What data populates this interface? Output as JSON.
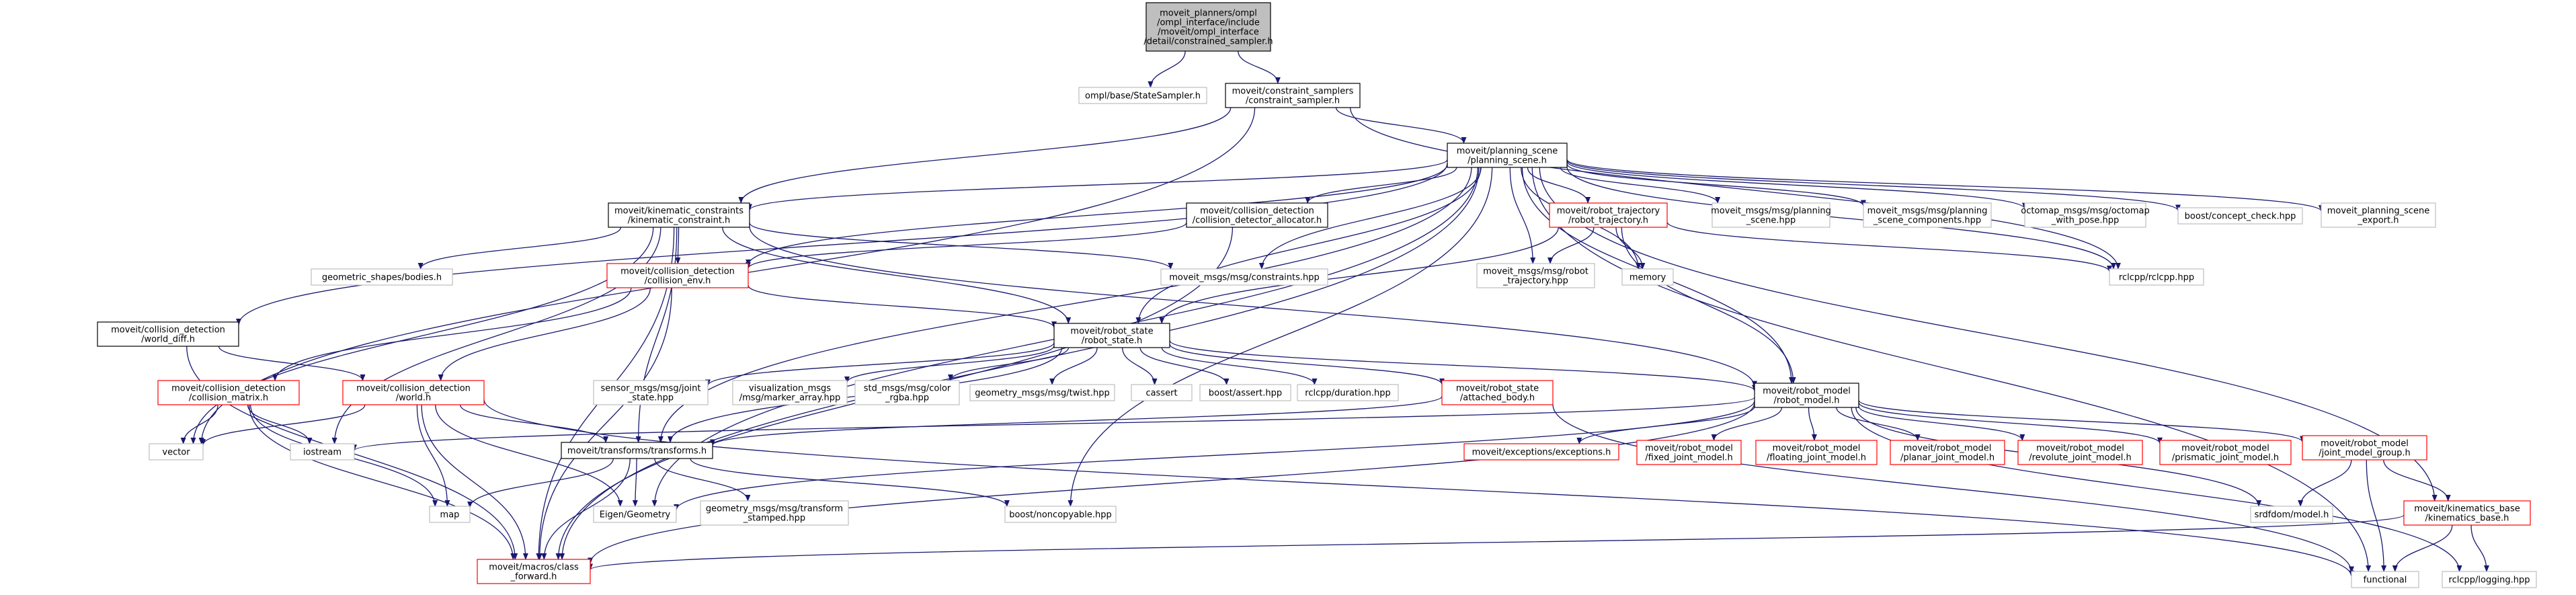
{
  "colors": {
    "edge": "#191970",
    "root_fill": "#bfbfbf",
    "gray_border": "#bfbfbf",
    "red_border": "#ff0000",
    "black_border": "#000000"
  },
  "nodes": [
    {
      "id": "root",
      "lines": [
        "moveit_planners/ompl",
        "/ompl_interface/include",
        "/moveit/ompl_interface",
        "/detail/constrained_sampler.h"
      ],
      "style": "root"
    },
    {
      "id": "state_sampler",
      "lines": [
        "ompl/base/StateSampler.h"
      ],
      "style": "gray"
    },
    {
      "id": "constraint_sampler",
      "lines": [
        "moveit/constraint_samplers",
        "/constraint_sampler.h"
      ],
      "style": "black"
    },
    {
      "id": "planning_scene",
      "lines": [
        "moveit/planning_scene",
        "/planning_scene.h"
      ],
      "style": "black"
    },
    {
      "id": "kinematic_constraint",
      "lines": [
        "moveit/kinematic_constraints",
        "/kinematic_constraint.h"
      ],
      "style": "black"
    },
    {
      "id": "collision_detector_allocator",
      "lines": [
        "moveit/collision_detection",
        "/collision_detector_allocator.h"
      ],
      "style": "black"
    },
    {
      "id": "robot_trajectory",
      "lines": [
        "moveit/robot_trajectory",
        "/robot_trajectory.h"
      ],
      "style": "red"
    },
    {
      "id": "planning_scene_msg",
      "lines": [
        "moveit_msgs/msg/planning",
        "_scene.hpp"
      ],
      "style": "gray"
    },
    {
      "id": "planning_scene_components",
      "lines": [
        "moveit_msgs/msg/planning",
        "_scene_components.hpp"
      ],
      "style": "gray"
    },
    {
      "id": "octomap_with_pose",
      "lines": [
        "octomap_msgs/msg/octomap",
        "_with_pose.hpp"
      ],
      "style": "gray"
    },
    {
      "id": "concept_check",
      "lines": [
        "boost/concept_check.hpp"
      ],
      "style": "gray"
    },
    {
      "id": "planning_scene_export",
      "lines": [
        "moveit_planning_scene",
        "_export.h"
      ],
      "style": "gray"
    },
    {
      "id": "world_diff",
      "lines": [
        "moveit/collision_detection",
        "/world_diff.h"
      ],
      "style": "black"
    },
    {
      "id": "geometric_shapes_bodies",
      "lines": [
        "geometric_shapes/bodies.h"
      ],
      "style": "gray"
    },
    {
      "id": "collision_env",
      "lines": [
        "moveit/collision_detection",
        "/collision_env.h"
      ],
      "style": "red"
    },
    {
      "id": "constraints_msg",
      "lines": [
        "moveit_msgs/msg/constraints.hpp"
      ],
      "style": "gray"
    },
    {
      "id": "robot_trajectory_msg",
      "lines": [
        "moveit_msgs/msg/robot",
        "_trajectory.hpp"
      ],
      "style": "gray"
    },
    {
      "id": "memory",
      "lines": [
        "memory"
      ],
      "style": "gray"
    },
    {
      "id": "rclcpp",
      "lines": [
        "rclcpp/rclcpp.hpp"
      ],
      "style": "gray"
    },
    {
      "id": "robot_state",
      "lines": [
        "moveit/robot_state",
        "/robot_state.h"
      ],
      "style": "black"
    },
    {
      "id": "collision_matrix",
      "lines": [
        "moveit/collision_detection",
        "/collision_matrix.h"
      ],
      "style": "red"
    },
    {
      "id": "world",
      "lines": [
        "moveit/collision_detection",
        "/world.h"
      ],
      "style": "red"
    },
    {
      "id": "joint_state",
      "lines": [
        "sensor_msgs/msg/joint",
        "_state.hpp"
      ],
      "style": "gray"
    },
    {
      "id": "marker_array",
      "lines": [
        "visualization_msgs",
        "/msg/marker_array.hpp"
      ],
      "style": "gray"
    },
    {
      "id": "color_rgba",
      "lines": [
        "std_msgs/msg/color",
        "_rgba.hpp"
      ],
      "style": "gray"
    },
    {
      "id": "twist",
      "lines": [
        "geometry_msgs/msg/twist.hpp"
      ],
      "style": "gray"
    },
    {
      "id": "cassert",
      "lines": [
        "cassert"
      ],
      "style": "gray"
    },
    {
      "id": "boost_assert",
      "lines": [
        "boost/assert.hpp"
      ],
      "style": "gray"
    },
    {
      "id": "duration",
      "lines": [
        "rclcpp/duration.hpp"
      ],
      "style": "gray"
    },
    {
      "id": "attached_body",
      "lines": [
        "moveit/robot_state",
        "/attached_body.h"
      ],
      "style": "red"
    },
    {
      "id": "robot_model",
      "lines": [
        "moveit/robot_model",
        "/robot_model.h"
      ],
      "style": "black"
    },
    {
      "id": "vector",
      "lines": [
        "vector"
      ],
      "style": "gray"
    },
    {
      "id": "iostream",
      "lines": [
        "iostream"
      ],
      "style": "gray"
    },
    {
      "id": "transforms",
      "lines": [
        "moveit/transforms/transforms.h"
      ],
      "style": "black"
    },
    {
      "id": "exceptions",
      "lines": [
        "moveit/exceptions/exceptions.h"
      ],
      "style": "red"
    },
    {
      "id": "fixed_joint_model",
      "lines": [
        "moveit/robot_model",
        "/fixed_joint_model.h"
      ],
      "style": "red"
    },
    {
      "id": "floating_joint_model",
      "lines": [
        "moveit/robot_model",
        "/floating_joint_model.h"
      ],
      "style": "red"
    },
    {
      "id": "planar_joint_model",
      "lines": [
        "moveit/robot_model",
        "/planar_joint_model.h"
      ],
      "style": "red"
    },
    {
      "id": "revolute_joint_model",
      "lines": [
        "moveit/robot_model",
        "/revolute_joint_model.h"
      ],
      "style": "red"
    },
    {
      "id": "prismatic_joint_model",
      "lines": [
        "moveit/robot_model",
        "/prismatic_joint_model.h"
      ],
      "style": "red"
    },
    {
      "id": "joint_model_group",
      "lines": [
        "moveit/robot_model",
        "/joint_model_group.h"
      ],
      "style": "red"
    },
    {
      "id": "map",
      "lines": [
        "map"
      ],
      "style": "gray"
    },
    {
      "id": "eigen_geometry",
      "lines": [
        "Eigen/Geometry"
      ],
      "style": "gray"
    },
    {
      "id": "transform_stamped",
      "lines": [
        "geometry_msgs/msg/transform",
        "_stamped.hpp"
      ],
      "style": "gray"
    },
    {
      "id": "noncopyable",
      "lines": [
        "boost/noncopyable.hpp"
      ],
      "style": "gray"
    },
    {
      "id": "srdfdom_model",
      "lines": [
        "srdfdom/model.h"
      ],
      "style": "gray"
    },
    {
      "id": "kinematics_base",
      "lines": [
        "moveit/kinematics_base",
        "/kinematics_base.h"
      ],
      "style": "red"
    },
    {
      "id": "class_forward",
      "lines": [
        "moveit/macros/class",
        "_forward.h"
      ],
      "style": "red"
    },
    {
      "id": "functional",
      "lines": [
        "functional"
      ],
      "style": "gray"
    },
    {
      "id": "logging",
      "lines": [
        "rclcpp/logging.hpp"
      ],
      "style": "gray"
    }
  ],
  "edges": [
    [
      "root",
      "state_sampler"
    ],
    [
      "root",
      "constraint_sampler"
    ],
    [
      "constraint_sampler",
      "planning_scene"
    ],
    [
      "constraint_sampler",
      "kinematic_constraint"
    ],
    [
      "constraint_sampler",
      "vector"
    ],
    [
      "constraint_sampler",
      "rclcpp"
    ],
    [
      "planning_scene",
      "kinematic_constraint"
    ],
    [
      "planning_scene",
      "collision_detector_allocator"
    ],
    [
      "planning_scene",
      "robot_trajectory"
    ],
    [
      "planning_scene",
      "planning_scene_msg"
    ],
    [
      "planning_scene",
      "planning_scene_components"
    ],
    [
      "planning_scene",
      "octomap_with_pose"
    ],
    [
      "planning_scene",
      "concept_check"
    ],
    [
      "planning_scene",
      "planning_scene_export"
    ],
    [
      "planning_scene",
      "world_diff"
    ],
    [
      "planning_scene",
      "collision_env"
    ],
    [
      "planning_scene",
      "constraints_msg"
    ],
    [
      "planning_scene",
      "robot_trajectory_msg"
    ],
    [
      "planning_scene",
      "memory"
    ],
    [
      "planning_scene",
      "rclcpp"
    ],
    [
      "planning_scene",
      "robot_state"
    ],
    [
      "planning_scene",
      "robot_model"
    ],
    [
      "planning_scene",
      "transforms"
    ],
    [
      "planning_scene",
      "noncopyable"
    ],
    [
      "planning_scene",
      "kinematics_base"
    ],
    [
      "planning_scene",
      "class_forward"
    ],
    [
      "planning_scene",
      "functional"
    ],
    [
      "planning_scene",
      "eigen_geometry"
    ],
    [
      "kinematic_constraint",
      "geometric_shapes_bodies"
    ],
    [
      "kinematic_constraint",
      "collision_env"
    ],
    [
      "kinematic_constraint",
      "constraints_msg"
    ],
    [
      "kinematic_constraint",
      "robot_state"
    ],
    [
      "kinematic_constraint",
      "robot_model"
    ],
    [
      "kinematic_constraint",
      "iostream"
    ],
    [
      "kinematic_constraint",
      "vector"
    ],
    [
      "kinematic_constraint",
      "transforms"
    ],
    [
      "kinematic_constraint",
      "class_forward"
    ],
    [
      "collision_detector_allocator",
      "collision_env"
    ],
    [
      "collision_detector_allocator",
      "class_forward"
    ],
    [
      "robot_trajectory",
      "robot_trajectory_msg"
    ],
    [
      "robot_trajectory",
      "memory"
    ],
    [
      "robot_trajectory",
      "robot_state"
    ],
    [
      "robot_trajectory",
      "robot_model"
    ],
    [
      "robot_trajectory",
      "rclcpp"
    ],
    [
      "world_diff",
      "world"
    ],
    [
      "world_diff",
      "class_forward"
    ],
    [
      "collision_env",
      "collision_matrix"
    ],
    [
      "collision_env",
      "world"
    ],
    [
      "collision_env",
      "robot_state"
    ],
    [
      "collision_env",
      "class_forward"
    ],
    [
      "robot_state",
      "joint_state"
    ],
    [
      "robot_state",
      "marker_array"
    ],
    [
      "robot_state",
      "color_rgba"
    ],
    [
      "robot_state",
      "twist"
    ],
    [
      "robot_state",
      "cassert"
    ],
    [
      "robot_state",
      "boost_assert"
    ],
    [
      "robot_state",
      "duration"
    ],
    [
      "robot_state",
      "attached_body"
    ],
    [
      "robot_state",
      "robot_model"
    ],
    [
      "robot_state",
      "transforms"
    ],
    [
      "collision_matrix",
      "vector"
    ],
    [
      "collision_matrix",
      "iostream"
    ],
    [
      "collision_matrix",
      "map"
    ],
    [
      "collision_matrix",
      "class_forward"
    ],
    [
      "world",
      "vector"
    ],
    [
      "world",
      "map"
    ],
    [
      "world",
      "eigen_geometry"
    ],
    [
      "world",
      "class_forward"
    ],
    [
      "world",
      "functional"
    ],
    [
      "world",
      "transforms"
    ],
    [
      "attached_body",
      "transforms"
    ],
    [
      "attached_body",
      "functional"
    ],
    [
      "robot_model",
      "exceptions"
    ],
    [
      "robot_model",
      "fixed_joint_model"
    ],
    [
      "robot_model",
      "floating_joint_model"
    ],
    [
      "robot_model",
      "planar_joint_model"
    ],
    [
      "robot_model",
      "revolute_joint_model"
    ],
    [
      "robot_model",
      "prismatic_joint_model"
    ],
    [
      "robot_model",
      "joint_model_group"
    ],
    [
      "robot_model",
      "srdfdom_model"
    ],
    [
      "robot_model",
      "iostream"
    ],
    [
      "robot_model",
      "eigen_geometry"
    ],
    [
      "robot_model",
      "logging"
    ],
    [
      "robot_model",
      "class_forward"
    ],
    [
      "transforms",
      "map"
    ],
    [
      "transforms",
      "eigen_geometry"
    ],
    [
      "transforms",
      "transform_stamped"
    ],
    [
      "transforms",
      "noncopyable"
    ],
    [
      "transforms",
      "class_forward"
    ],
    [
      "joint_model_group",
      "kinematics_base"
    ],
    [
      "joint_model_group",
      "srdfdom_model"
    ],
    [
      "joint_model_group",
      "functional"
    ],
    [
      "kinematics_base",
      "functional"
    ],
    [
      "kinematics_base",
      "logging"
    ],
    [
      "kinematics_base",
      "class_forward"
    ]
  ]
}
